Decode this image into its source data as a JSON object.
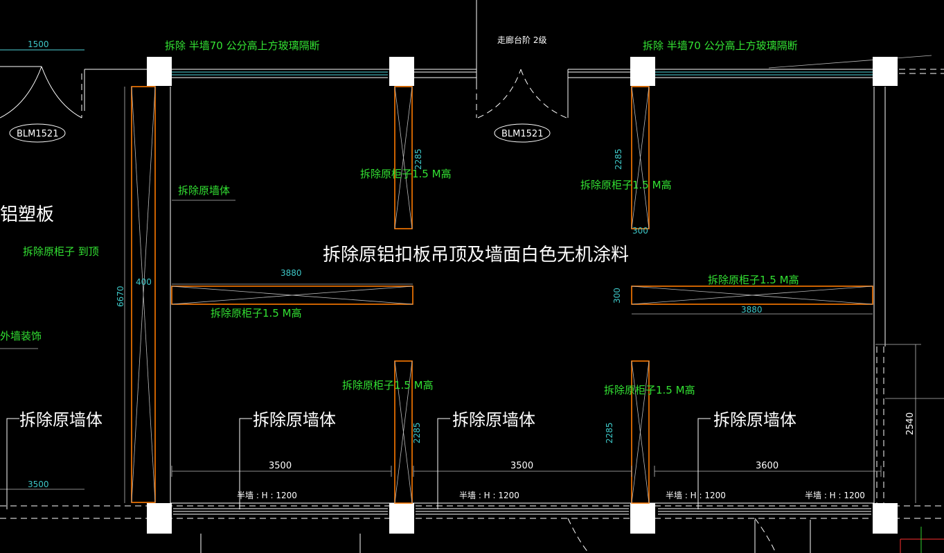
{
  "colors": {
    "background": "#000000",
    "white_text": "#ffffff",
    "green_text": "#33e233",
    "cyan_text": "#3ec8c8",
    "cabinet_outline": "#ff7b00"
  },
  "labels": {
    "glass_partition_left": "拆除  半墙70 公分高上方玻璃隔断",
    "glass_partition_right": "拆除  半墙70 公分高上方玻璃隔断",
    "corridor_steps": "走廊台阶 2级",
    "aluminum_board": "铝塑板",
    "remove_cabinet_to_top": "拆除原柜子  到顶",
    "exterior_wall_decoration": "外墙装饰",
    "remove_wall_small": "拆除原墙体",
    "ceiling_note": "拆除原铝扣板吊顶及墙面白色无机涂料",
    "remove_wall_1": "拆除原墙体",
    "remove_wall_2": "拆除原墙体",
    "remove_wall_3": "拆除原墙体",
    "remove_wall_4": "拆除原墙体",
    "cabinet_top_left": "拆除原柜子1.5 M高",
    "cabinet_top_right": "拆除原柜子1.5 M高",
    "cabinet_mid_left": "拆除原柜子1.5 M高",
    "cabinet_mid_right": "拆除原柜子1.5 M高",
    "cabinet_bottom_left": "拆除原柜子1.5 M高",
    "cabinet_bottom_right": "拆除原柜子1.5 M高",
    "half_wall_1": "半墙 : H : 1200",
    "half_wall_2": "半墙 : H : 1200",
    "half_wall_3": "半墙 : H : 1200",
    "half_wall_4": "半墙 : H : 1200"
  },
  "door_tags": {
    "left": "BLM1521",
    "center": "BLM1521"
  },
  "dimensions": {
    "top_left_width": "1500",
    "bottom_left_width": "3500",
    "wall_height": "6670",
    "wall_thickness": "400",
    "cabinet_len_left": "3880",
    "cabinet_len_right": "3880",
    "cabinet_depth_right": "300",
    "cabinet_depth_top": "300",
    "cabinet_top_left_len": "2285",
    "cabinet_top_right_len": "2285",
    "cabinet_bottom_left_len": "2285",
    "cabinet_bottom_right_len": "2285",
    "bay_1": "3500",
    "bay_2": "3500",
    "bay_3": "3600",
    "right_side": "2540"
  }
}
